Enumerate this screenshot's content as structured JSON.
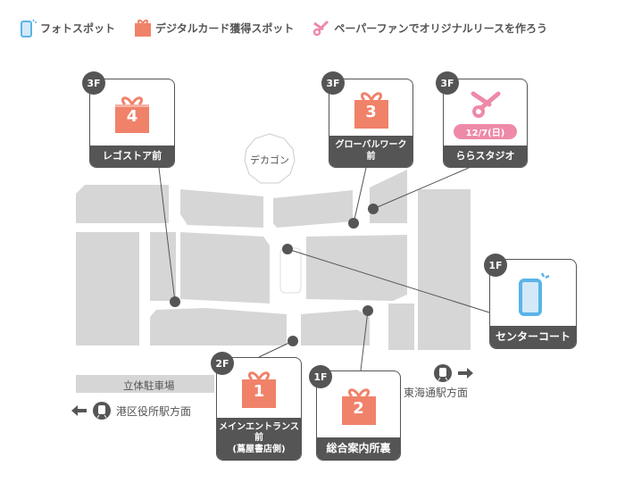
{
  "legend": [
    {
      "icon": "phone-icon",
      "label": "フォトスポット"
    },
    {
      "icon": "gift-icon",
      "label": "デジタルカード獲得スポット"
    },
    {
      "icon": "scissors-icon",
      "label": "ペーパーファンでオリジナルリースを作ろう"
    }
  ],
  "colors": {
    "gift": "#f0826a",
    "phone": "#5ab4e8",
    "scissors": "#ee8aa8",
    "dark": "#555555",
    "block": "#d6d6d6"
  },
  "landmark": "デカゴン",
  "spots": {
    "s4": {
      "floor": "3F",
      "number": "4",
      "label": "レゴストア前"
    },
    "s3": {
      "floor": "3F",
      "number": "3",
      "label": "グローバルワーク前"
    },
    "lala": {
      "floor": "3F",
      "date": "12/7(日)",
      "label": "ららスタジオ"
    },
    "center": {
      "floor": "1F",
      "label": "センターコート"
    },
    "s1": {
      "floor": "2F",
      "number": "1",
      "label": "メインエントランス前",
      "sub": "(蔦屋書店側)"
    },
    "s2": {
      "floor": "1F",
      "number": "2",
      "label": "総合案内所裏"
    }
  },
  "parking": "立体駐車場",
  "station_left": "港区役所駅方面",
  "station_right": "東海通駅方面"
}
